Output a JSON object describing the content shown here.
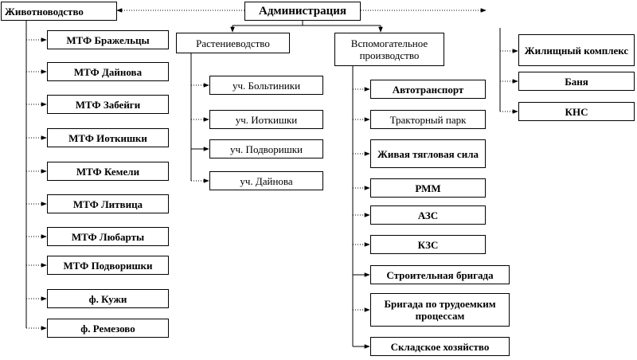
{
  "diagram": {
    "root": "Администрация",
    "livestock": {
      "title": "Животноводство",
      "items": [
        "МТФ Бражельцы",
        "МТФ Дайнова",
        "МТФ Забейги",
        "МТФ Иоткишки",
        "МТФ Кемели",
        "МТФ Литвица",
        "МТФ Любарты",
        "МТФ Подворишки",
        "ф. Кужи",
        "ф. Ремезово"
      ]
    },
    "crops": {
      "title": "Растениеводство",
      "items": [
        "уч. Больтиники",
        "уч. Иоткишки",
        "уч. Подворишки",
        "уч. Дайнова"
      ]
    },
    "auxiliary": {
      "title": "Вспомогательное производство",
      "items": [
        "Автотранспорт",
        "Тракторный парк",
        "Живая тягловая сила",
        "РММ",
        "АЗС",
        "КЗС",
        "Строительная бригада",
        "Бригада по трудоемким процессам",
        "Складское хозяйство"
      ]
    },
    "housing": {
      "items": [
        "Жилищный комплекс",
        "Баня",
        "КНС"
      ]
    }
  }
}
